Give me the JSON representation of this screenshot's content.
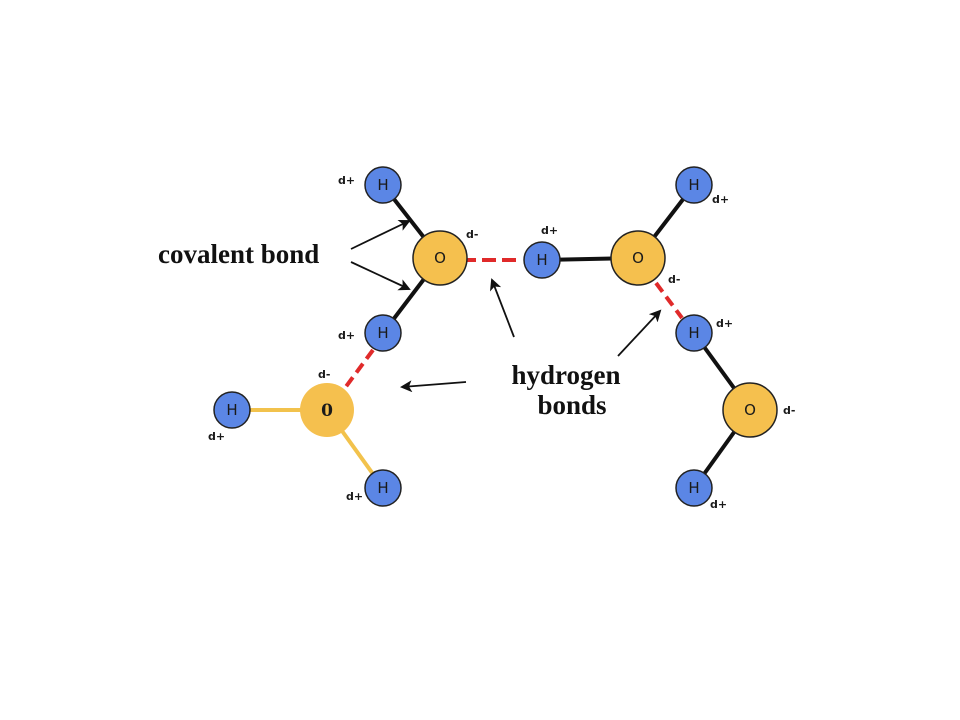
{
  "captions": {
    "covalent": "covalent bond",
    "hydrogen_line1": "hydrogen",
    "hydrogen_line2": "bonds"
  },
  "atoms": {
    "oxygen": "O",
    "oxygen_bold": "0",
    "hydrogen": "H"
  },
  "charges": {
    "positive": "d+",
    "negative": "d-"
  },
  "colors": {
    "oxygen_fill": "#F5C04E",
    "hydrogen_fill": "#5B86E5",
    "covalent_bond": "#111111",
    "yellow_bond": "#F2C24C",
    "hydrogen_bond": "#E02A2A",
    "arrow": "#111111"
  }
}
